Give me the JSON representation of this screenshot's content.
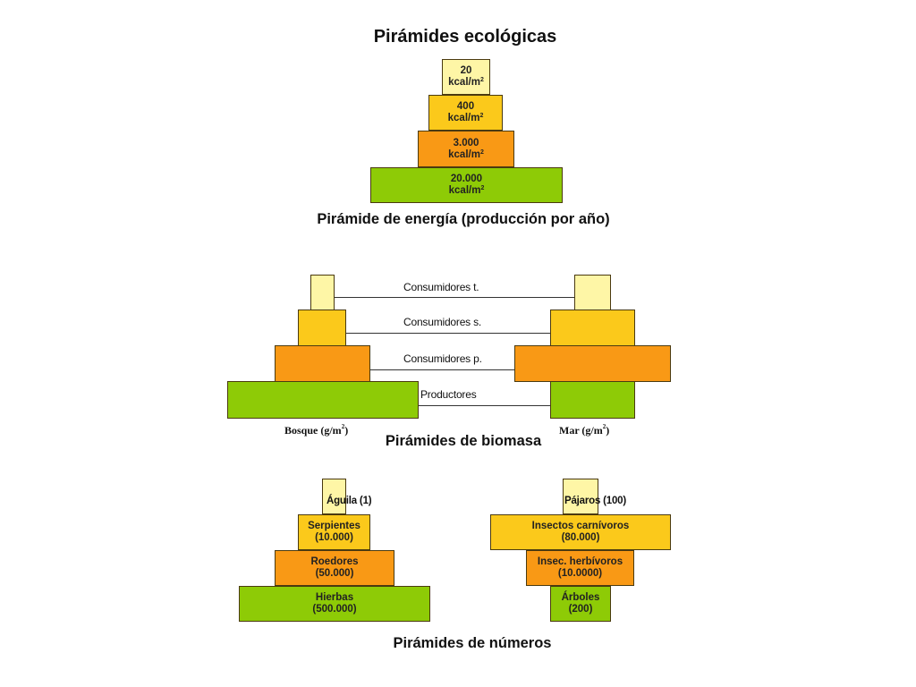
{
  "title": "Pirámides ecológicas",
  "energy": {
    "caption": "Pirámide de energía (producción por año)",
    "levels": [
      {
        "value": "20",
        "unit": "kcal/m",
        "sup": "2"
      },
      {
        "value": "400",
        "unit": "kcal/m",
        "sup": "2"
      },
      {
        "value": "3.000",
        "unit": "kcal/m",
        "sup": "2"
      },
      {
        "value": "20.000",
        "unit": "kcal/m",
        "sup": "2"
      }
    ]
  },
  "biomass": {
    "caption": "Pirámides de biomasa",
    "labels": [
      "Consumidores t.",
      "Consumidores s.",
      "Consumidores p.",
      "Productores"
    ],
    "forest_label": "Bosque (g/m",
    "forest_sup": "2",
    "forest_close": ")",
    "sea_label": "Mar (g/m",
    "sea_sup": "2",
    "sea_close": ")"
  },
  "numbers": {
    "caption": "Pirámides de números",
    "left": [
      {
        "line1": "Águila (1)",
        "line2": ""
      },
      {
        "line1": "Serpientes",
        "line2": "(10.000)"
      },
      {
        "line1": "Roedores",
        "line2": "(50.000)"
      },
      {
        "line1": "Hierbas",
        "line2": "(500.000)"
      }
    ],
    "right": [
      {
        "line1": "Pájaros (100)",
        "line2": ""
      },
      {
        "line1": "Insectos carnívoros",
        "line2": "(80.000)"
      },
      {
        "line1": "Insec. herbívoros",
        "line2": "(10.0000)"
      },
      {
        "line1": "Árboles",
        "line2": "(200)"
      }
    ]
  },
  "colors": {
    "top": "#fef6a6",
    "secondary": "#fbc91b",
    "primary": "#f99915",
    "producers": "#8ecb06"
  }
}
